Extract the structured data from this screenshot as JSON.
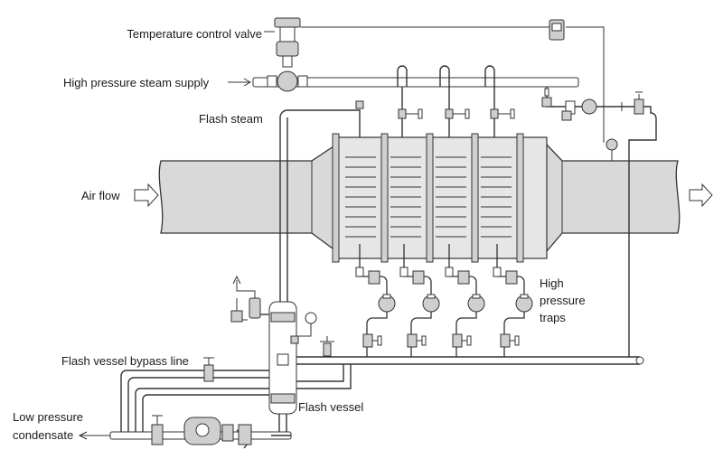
{
  "labels": {
    "temperature_control_valve": "Temperature control valve",
    "high_pressure_steam_supply": "High pressure steam supply",
    "flash_steam": "Flash steam",
    "air_flow": "Air flow",
    "high_pressure_traps_line1": "High",
    "high_pressure_traps_line2": "pressure",
    "high_pressure_traps_line3": "traps",
    "flash_vessel_bypass_line": "Flash vessel bypass line",
    "flash_vessel": "Flash vessel",
    "low_pressure_condensate_line1": "Low pressure",
    "low_pressure_condensate_line2": "condensate"
  },
  "colors": {
    "line": "#333333",
    "duct_fill": "#d9d9d9",
    "coil_fill": "#e6e6e6",
    "device_fill": "#cfcfcf"
  }
}
